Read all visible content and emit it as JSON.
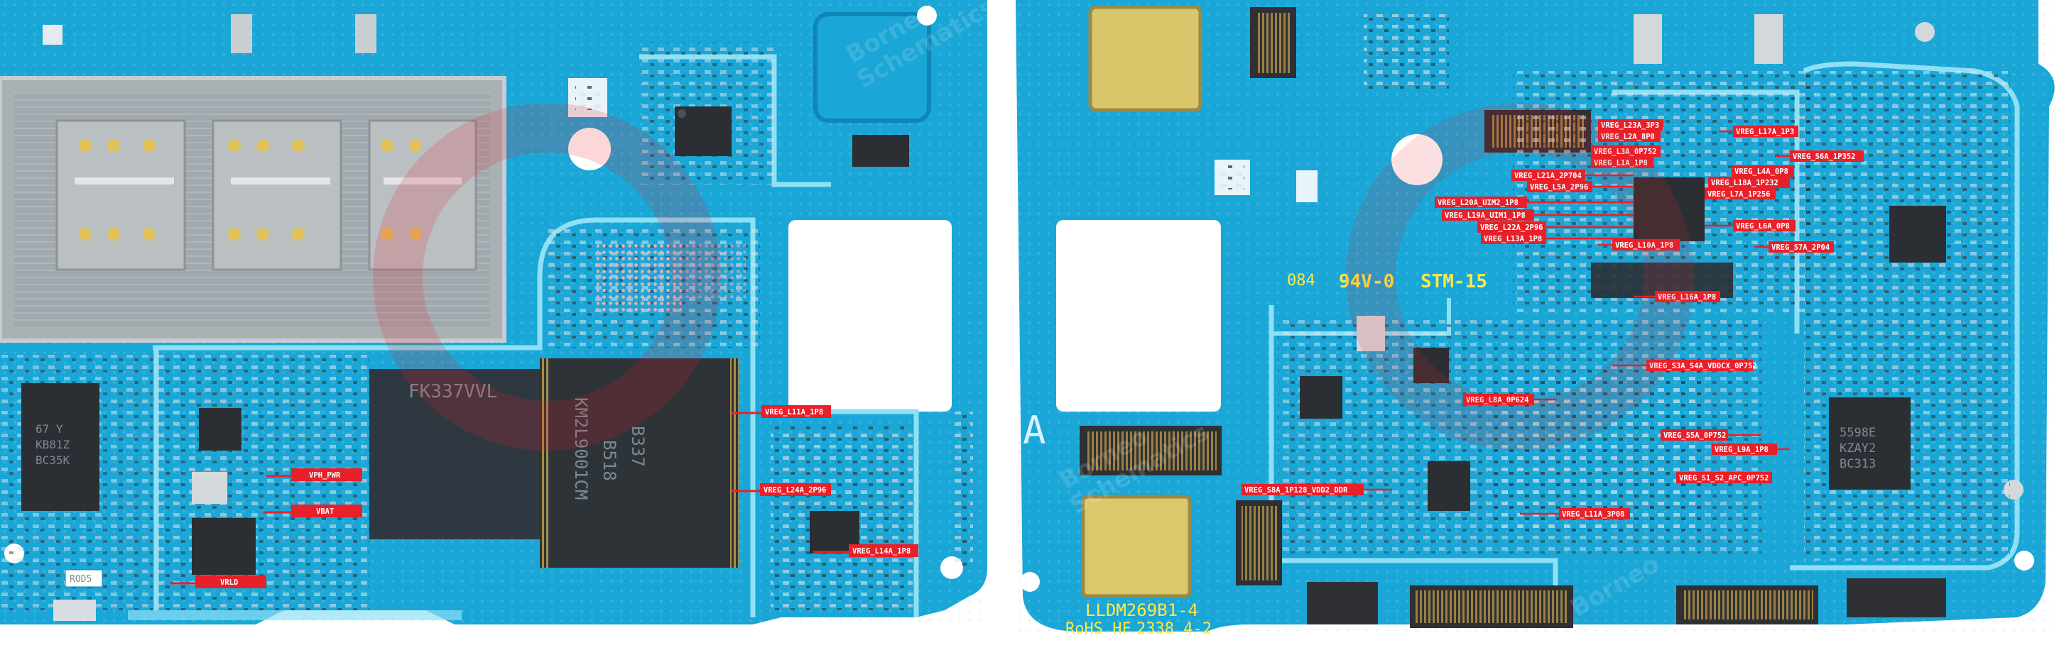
{
  "labels_left": [
    {
      "key": "vreg_l11a_1p8",
      "text": "VREG_L11A_1P8"
    },
    {
      "key": "vph_pwr",
      "text": "VPH_PWR"
    },
    {
      "key": "vreg_l24a_2p96",
      "text": "VREG_L24A_2P96"
    },
    {
      "key": "vbat",
      "text": "VBAT"
    },
    {
      "key": "vreg_l14a_1p8",
      "text": "VREG_L14A_1P8"
    },
    {
      "key": "vrld",
      "text": "VRLD"
    }
  ],
  "labels_right": [
    {
      "key": "vreg_l23a_3p3",
      "text": "VREG_L23A_3P3"
    },
    {
      "key": "vreg_l2a_8p8",
      "text": "VREG_L2A_8P8"
    },
    {
      "key": "vreg_l17a_1p3",
      "text": "VREG_L17A_1P3"
    },
    {
      "key": "vreg_l3a_0p752",
      "text": "VREG_L3A_0P752"
    },
    {
      "key": "vreg_l1a_1p8",
      "text": "VREG_L1A_1P8"
    },
    {
      "key": "vreg_s6a_1p352",
      "text": "VREG_S6A_1P352"
    },
    {
      "key": "vreg_l21a_2p704",
      "text": "VREG_L21A_2P704"
    },
    {
      "key": "vreg_l4a_0p8",
      "text": "VREG_L4A_0P8"
    },
    {
      "key": "vreg_l5a_2p96",
      "text": "VREG_L5A_2P96"
    },
    {
      "key": "vreg_l18a_1p232",
      "text": "VREG_L18A_1P232"
    },
    {
      "key": "vreg_l7a_1p256",
      "text": "VREG_L7A_1P256"
    },
    {
      "key": "vreg_l20a_uim2_1p8",
      "text": "VREG_L20A_UIM2_1P8"
    },
    {
      "key": "vreg_l19a_uim1_1p8",
      "text": "VREG_L19A_UIM1_1P8"
    },
    {
      "key": "vreg_l22a_2p96",
      "text": "VREG_L22A_2P96"
    },
    {
      "key": "vreg_l6a_0p8",
      "text": "VREG_L6A_0P8"
    },
    {
      "key": "vreg_l13a_1p8",
      "text": "VREG_L13A_1P8"
    },
    {
      "key": "vreg_l10a_1p8",
      "text": "VREG_L10A_1P8"
    },
    {
      "key": "vreg_s7a_2p04",
      "text": "VREG_S7A_2P04"
    },
    {
      "key": "vreg_l16a_1p8",
      "text": "VREG_L16A_1P8"
    },
    {
      "key": "vreg_s3a_s4a_vddcx_0p752",
      "text": "VREG_S3A_S4A_VDDCX_0P752"
    },
    {
      "key": "vreg_l8a_0p624",
      "text": "VREG_L8A_0P624"
    },
    {
      "key": "vreg_s5a_0p752",
      "text": "VREG_S5A_0P752"
    },
    {
      "key": "vreg_l9a_1p8",
      "text": "VREG_L9A_1P8"
    },
    {
      "key": "vreg_s8a_1p128_vdd2_ddr",
      "text": "VREG_S8A_1P128_VDD2_DDR"
    },
    {
      "key": "vreg_s1_s2_apc_0p752",
      "text": "VREG_S1_S2_APC_0P752"
    },
    {
      "key": "vreg_l11a_3p08",
      "text": "VREG_L11A_3P08"
    }
  ],
  "silkscreen": {
    "board_code": "LLDM269B1-4",
    "rohs": "RoHS HF",
    "date_code": "2338 4-2",
    "rating_prefix": "084",
    "rating": "94V-0",
    "stm": "STM-15",
    "side_mark": "A",
    "rod_label": "ROD5"
  },
  "chip_markings": {
    "left_ic": [
      "67 Y",
      "KB81Z",
      "BC35K"
    ],
    "memory_ic": [
      "FK337VVL"
    ],
    "emmc": [
      "KM2L9001CM",
      "B518",
      "B337"
    ],
    "pmic_right": [
      "5598E",
      "KZAY2",
      "BC313"
    ]
  },
  "watermark": {
    "brand": "Borneo",
    "sub": "Schematics"
  },
  "colors": {
    "board": "#1aa6d6",
    "board_dark": "#0f86b5",
    "trace": "#7fd8f4",
    "label_bg": "#e8202a",
    "label_line": "#e8202a",
    "silkscreen": "#ffe94a",
    "copper": "#c9b35a"
  }
}
